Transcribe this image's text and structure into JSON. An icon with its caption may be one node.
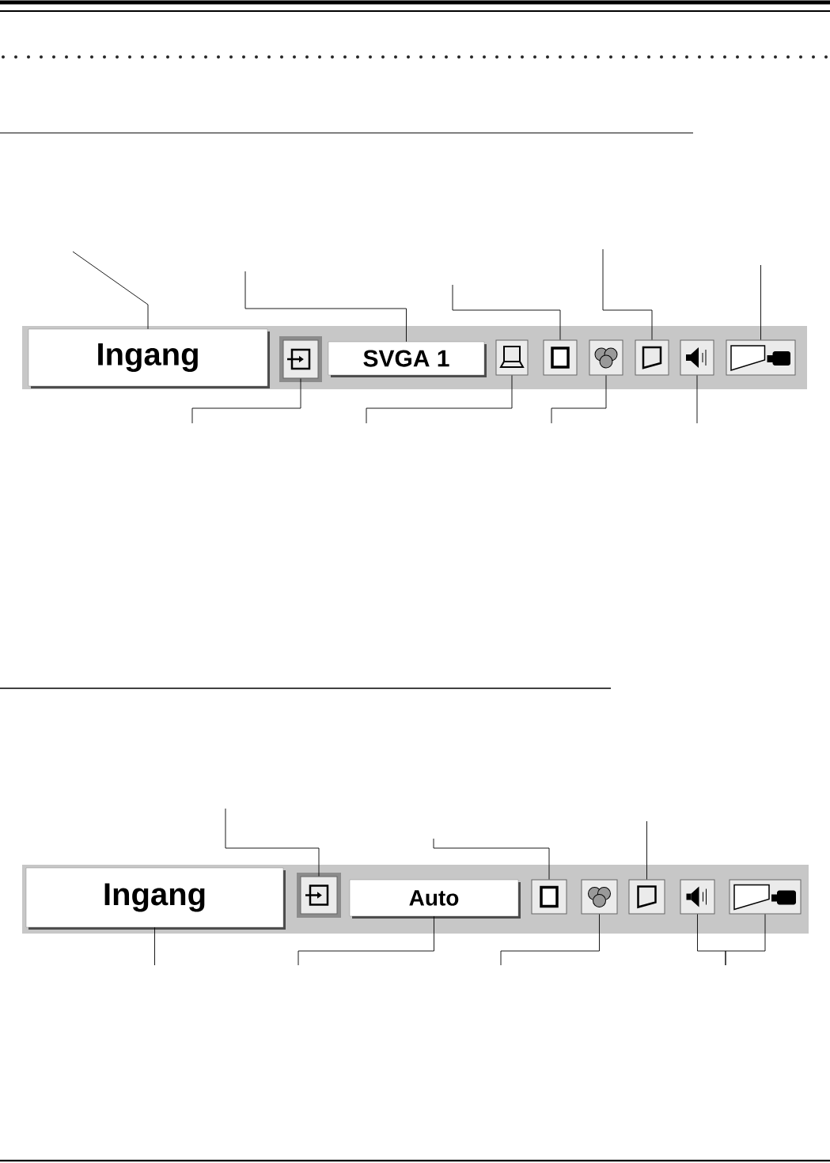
{
  "diagram": {
    "nodes": [
      {
        "text": [],
        "shape": "bar"
      },
      {
        "text": [
          "Ingang"
        ],
        "in": 0
      },
      {
        "text": [],
        "shape": "box",
        "in": 0
      },
      {
        "text": [
          "SVGA 1"
        ],
        "in": 0
      },
      {
        "text": [],
        "shape": "box",
        "in": 0
      },
      {
        "text": [],
        "shape": "box",
        "in": 0
      },
      {
        "text": [],
        "shape": "box",
        "in": 0
      },
      {
        "text": [],
        "shape": "box",
        "in": 0
      },
      {
        "text": [],
        "shape": "box",
        "in": 0
      },
      {
        "text": [],
        "shape": "box",
        "in": 0
      },
      {
        "text": [],
        "shape": "bar"
      },
      {
        "text": [
          "Ingang"
        ],
        "in": 10
      },
      {
        "text": [],
        "shape": "box",
        "in": 10
      },
      {
        "text": [
          "Auto"
        ],
        "in": 10
      },
      {
        "text": [],
        "shape": "box",
        "in": 10
      },
      {
        "text": [],
        "shape": "box",
        "in": 10
      },
      {
        "text": [],
        "shape": "box",
        "in": 10
      },
      {
        "text": [],
        "shape": "box",
        "in": 10
      },
      {
        "text": [],
        "shape": "box",
        "in": 10
      }
    ],
    "edges": [
      {
        "from": null,
        "to": 1,
        "arrow": "none"
      },
      {
        "from": null,
        "to": 3,
        "arrow": "none"
      },
      {
        "from": null,
        "to": 5,
        "arrow": "none"
      },
      {
        "from": null,
        "to": 7,
        "arrow": "none"
      },
      {
        "from": null,
        "to": 9,
        "arrow": "none"
      },
      {
        "from": null,
        "to": 2,
        "arrow": "none"
      },
      {
        "from": null,
        "to": 4,
        "arrow": "none"
      },
      {
        "from": null,
        "to": 6,
        "arrow": "none"
      },
      {
        "from": null,
        "to": 8,
        "arrow": "none"
      },
      {
        "from": null,
        "to": 12,
        "arrow": "none"
      },
      {
        "from": null,
        "to": 14,
        "arrow": "none"
      },
      {
        "from": null,
        "to": 16,
        "arrow": "none"
      },
      {
        "from": null,
        "to": 11,
        "arrow": "none"
      },
      {
        "from": null,
        "to": 13,
        "arrow": "none"
      },
      {
        "from": null,
        "to": 15,
        "arrow": "none"
      },
      {
        "from": null,
        "to": 17,
        "arrow": "none"
      },
      {
        "from": null,
        "to": 18,
        "arrow": "none"
      }
    ]
  }
}
